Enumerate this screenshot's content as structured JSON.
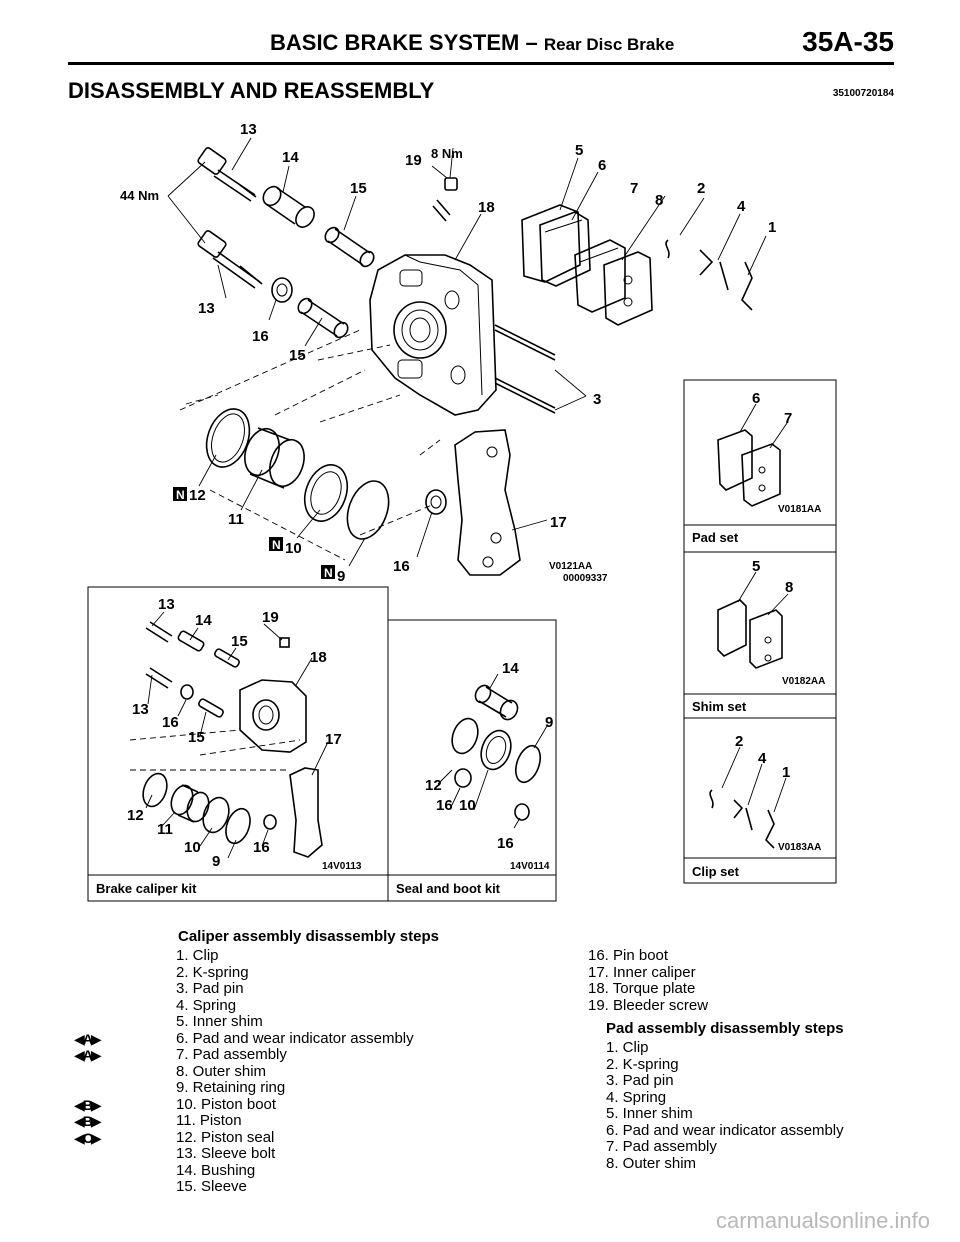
{
  "header": {
    "title": "BASIC BRAKE SYSTEM",
    "dash": "–",
    "subtitle": "Rear Disc Brake",
    "page_number": "35A-35"
  },
  "section": {
    "title": "DISASSEMBLY AND REASSEMBLY",
    "code": "35100720184"
  },
  "diagram": {
    "torque_44": "44 Nm",
    "torque_8": "8 Nm",
    "main_code_1": "V0121AA",
    "main_code_2": "00009337",
    "new_part_mark": "N",
    "main_labels": [
      "13",
      "14",
      "19",
      "5",
      "6",
      "15",
      "18",
      "7",
      "2",
      "8",
      "4",
      "1",
      "13",
      "16",
      "15",
      "3",
      "12",
      "11",
      "17",
      "10",
      "16",
      "9"
    ],
    "kits": {
      "brake_caliper": {
        "label": "Brake caliper kit",
        "code": "14V0113",
        "labels": [
          "13",
          "14",
          "19",
          "15",
          "18",
          "13",
          "16",
          "15",
          "17",
          "12",
          "11",
          "10",
          "16",
          "9"
        ]
      },
      "seal_boot": {
        "label": "Seal and boot kit",
        "code": "14V0114",
        "labels": [
          "14",
          "9",
          "12",
          "16",
          "10",
          "16"
        ]
      },
      "pad_set": {
        "label": "Pad set",
        "code": "V0181AA",
        "labels": [
          "6",
          "7"
        ]
      },
      "shim_set": {
        "label": "Shim set",
        "code": "V0182AA",
        "labels": [
          "5",
          "8"
        ]
      },
      "clip_set": {
        "label": "Clip set",
        "code": "V0183AA",
        "labels": [
          "2",
          "4",
          "1"
        ]
      }
    }
  },
  "caliper_steps": {
    "title": "Caliper assembly disassembly steps",
    "items": [
      {
        "text": "1. Clip",
        "marker": ""
      },
      {
        "text": "2. K-spring",
        "marker": ""
      },
      {
        "text": "3. Pad pin",
        "marker": ""
      },
      {
        "text": "4. Spring",
        "marker": ""
      },
      {
        "text": "5. Inner shim",
        "marker": ""
      },
      {
        "text": "6. Pad and wear indicator assembly",
        "marker": "◀A▶"
      },
      {
        "text": "7. Pad assembly",
        "marker": "◀A▶"
      },
      {
        "text": "8. Outer shim",
        "marker": ""
      },
      {
        "text": "9. Retaining ring",
        "marker": ""
      },
      {
        "text": "10. Piston boot",
        "marker": "◀B▶"
      },
      {
        "text": "11. Piston",
        "marker": "◀B▶"
      },
      {
        "text": "12. Piston seal",
        "marker": "◀C▶"
      },
      {
        "text": "13. Sleeve bolt",
        "marker": ""
      },
      {
        "text": "14. Bushing",
        "marker": ""
      },
      {
        "text": "15. Sleeve",
        "marker": ""
      }
    ],
    "continued": [
      "16. Pin boot",
      "17. Inner caliper",
      "18. Torque plate",
      "19. Bleeder screw"
    ]
  },
  "pad_steps": {
    "title": "Pad assembly disassembly steps",
    "items": [
      "1. Clip",
      "2. K-spring",
      "3. Pad pin",
      "4. Spring",
      "5. Inner shim",
      "6. Pad and wear indicator assembly",
      "7. Pad assembly",
      "8. Outer shim"
    ]
  },
  "watermark": "carmanualsonline.info"
}
